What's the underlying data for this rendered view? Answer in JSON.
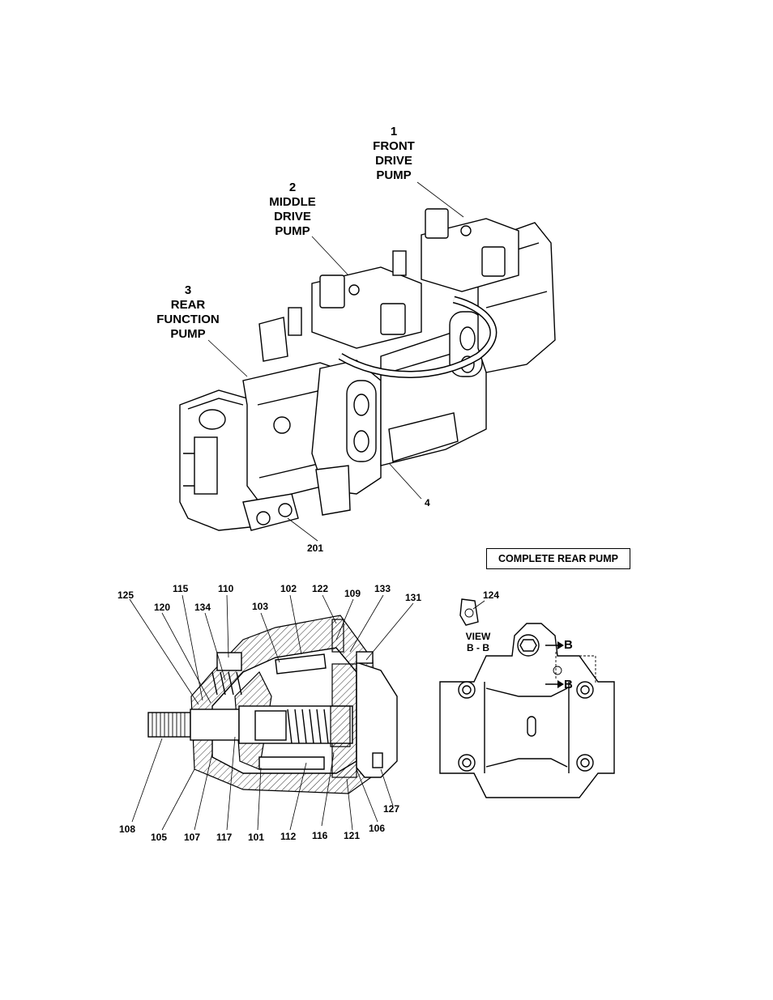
{
  "callouts": {
    "front": {
      "num": "1",
      "line1": "FRONT",
      "line2": "DRIVE",
      "line3": "PUMP"
    },
    "middle": {
      "num": "2",
      "line1": "MIDDLE",
      "line2": "DRIVE",
      "line3": "PUMP"
    },
    "rear": {
      "num": "3",
      "line1": "REAR",
      "line2": "FUNCTION",
      "line3": "PUMP"
    },
    "item4": "4",
    "item201": "201"
  },
  "box_label": "COMPLETE REAR PUMP",
  "section_parts": {
    "p125": "125",
    "p115": "115",
    "p110": "110",
    "p102": "102",
    "p122": "122",
    "p133": "133",
    "p109": "109",
    "p131": "131",
    "p120": "120",
    "p134": "134",
    "p103": "103",
    "p108": "108",
    "p105": "105",
    "p107": "107",
    "p117": "117",
    "p101": "101",
    "p112": "112",
    "p116": "116",
    "p121": "121",
    "p106": "106",
    "p127": "127"
  },
  "view": {
    "part": "124",
    "line1": "VIEW",
    "line2": "B - B",
    "arrow_label": "B"
  }
}
